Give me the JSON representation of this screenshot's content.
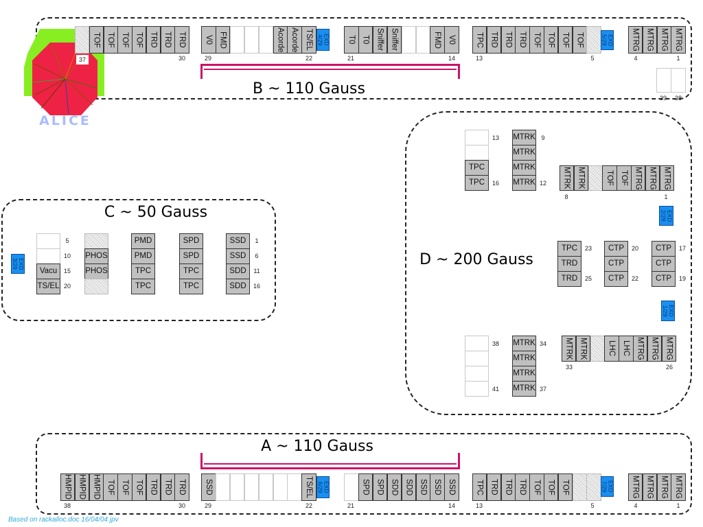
{
  "regions": {
    "B": {
      "title": "B ~ 110 Gauss"
    },
    "A": {
      "title": "A ~ 110 Gauss"
    },
    "C": {
      "title": "C ~ 50 Gauss"
    },
    "D": {
      "title": "D ~ 200 Gauss"
    }
  },
  "groups": {
    "B1": {
      "cells": [
        {
          "kind": "hatched"
        },
        {
          "label": "TOF"
        },
        {
          "label": "TOF"
        },
        {
          "label": "TOF"
        },
        {
          "label": "TOF"
        },
        {
          "label": "TRD"
        },
        {
          "label": "TRD"
        },
        {
          "label": "TRD"
        }
      ],
      "numbers": [
        "37",
        "30"
      ]
    },
    "B2": {
      "cells": [
        {
          "label": "V0"
        },
        {
          "label": "FMD"
        },
        {
          "kind": "empty"
        },
        {
          "kind": "empty"
        },
        {
          "kind": "empty"
        },
        {
          "label": "Acorde"
        },
        {
          "label": "Acorde"
        },
        {
          "label": "TS/EL"
        }
      ],
      "numbers": [
        "29",
        "22"
      ]
    },
    "B3": {
      "cells": [
        {
          "label": "T0"
        },
        {
          "label": "T0"
        },
        {
          "label": "Sniffer"
        },
        {
          "label": "Sniffer"
        },
        {
          "kind": "empty"
        },
        {
          "kind": "empty"
        },
        {
          "label": "FMD"
        },
        {
          "label": "V0"
        }
      ],
      "numbers": [
        "21",
        "14"
      ]
    },
    "B4": {
      "cells": [
        {
          "label": "TPC"
        },
        {
          "label": "TRD"
        },
        {
          "label": "TRD"
        },
        {
          "label": "TRD"
        },
        {
          "label": "TOF"
        },
        {
          "label": "TOF"
        },
        {
          "label": "TOF"
        },
        {
          "label": "TOF"
        },
        {
          "kind": "hatched"
        }
      ],
      "numbers": [
        "13",
        "5"
      ]
    },
    "B5": {
      "cells": [
        {
          "label": "MTRG"
        },
        {
          "label": "MTRG"
        },
        {
          "label": "MTRG"
        },
        {
          "label": "MTRG"
        }
      ],
      "numbers": [
        "4",
        "1"
      ]
    },
    "B6": {
      "cells": [
        {
          "kind": "empty"
        },
        {
          "kind": "empty"
        }
      ],
      "numbers": [
        "39",
        "38"
      ]
    },
    "A1": {
      "cells": [
        {
          "label": "HMPID"
        },
        {
          "label": "HMPID"
        },
        {
          "label": "HMPID"
        },
        {
          "label": "TOF"
        },
        {
          "label": "TOF"
        },
        {
          "label": "TOF"
        },
        {
          "label": "TRD"
        },
        {
          "label": "TRD"
        },
        {
          "label": "TRD"
        }
      ],
      "numbers": [
        "38",
        "30"
      ]
    },
    "A2": {
      "cells": [
        {
          "label": "SSD"
        },
        {
          "kind": "empty"
        },
        {
          "kind": "empty"
        },
        {
          "kind": "empty"
        },
        {
          "kind": "empty"
        },
        {
          "kind": "empty"
        },
        {
          "kind": "empty"
        },
        {
          "label": "TS/EL"
        }
      ],
      "numbers": [
        "29",
        "22"
      ]
    },
    "A3": {
      "cells": [
        {
          "kind": "empty"
        },
        {
          "label": "SPD"
        },
        {
          "label": "SPD"
        },
        {
          "label": "SDD"
        },
        {
          "label": "SDD"
        },
        {
          "label": "SSD"
        },
        {
          "label": "SSD"
        },
        {
          "label": "SSD"
        }
      ],
      "numbers": [
        "21",
        "14"
      ]
    },
    "A4": {
      "cells": [
        {
          "label": "TPC"
        },
        {
          "label": "TRD"
        },
        {
          "label": "TRD"
        },
        {
          "label": "TRD"
        },
        {
          "label": "TOF"
        },
        {
          "label": "TOF"
        },
        {
          "label": "TOF"
        },
        {
          "kind": "hatched"
        },
        {
          "kind": "hatched"
        }
      ],
      "numbers": [
        "13",
        "5"
      ]
    },
    "A5": {
      "cells": [
        {
          "label": "MTRG"
        },
        {
          "label": "MTRG"
        },
        {
          "label": "MTRG"
        },
        {
          "label": "MTRG"
        }
      ],
      "numbers": [
        "4",
        "1"
      ]
    },
    "C1": {
      "cells": [
        {
          "kind": "empty"
        },
        {
          "kind": "empty"
        },
        {
          "label": "Vacu"
        },
        {
          "label": "TS/EL"
        }
      ],
      "numbers": [
        "5",
        "10",
        "15",
        "20"
      ]
    },
    "C2": {
      "cells": [
        {
          "kind": "hatched"
        },
        {
          "label": "PHOS"
        },
        {
          "label": "PHOS"
        },
        {
          "kind": "hatched"
        }
      ],
      "numbers": []
    },
    "C3": {
      "cells": [
        {
          "label": "PMD"
        },
        {
          "label": "PMD"
        },
        {
          "label": "TPC"
        },
        {
          "label": "TPC"
        }
      ],
      "numbers": []
    },
    "C4": {
      "cells": [
        {
          "label": "SPD"
        },
        {
          "label": "SPD"
        },
        {
          "label": "TPC"
        },
        {
          "label": "TPC"
        }
      ],
      "numbers": []
    },
    "C5": {
      "cells": [
        {
          "label": "SSD"
        },
        {
          "label": "SSD"
        },
        {
          "label": "SDD"
        },
        {
          "label": "SDD"
        }
      ],
      "numbers": [
        "1",
        "6",
        "11",
        "16"
      ]
    },
    "D1": {
      "cells": [
        {
          "kind": "empty"
        },
        {
          "kind": "empty"
        },
        {
          "label": "TPC"
        },
        {
          "label": "TPC"
        }
      ],
      "numbers": [
        "13",
        "16"
      ]
    },
    "D2": {
      "cells": [
        {
          "label": "MTRK"
        },
        {
          "label": "MTRK"
        },
        {
          "label": "MTRK"
        },
        {
          "label": "MTRK"
        }
      ],
      "numbers": [
        "9",
        "12"
      ]
    },
    "D3": {
      "cells": [
        {
          "label": "MTRK"
        },
        {
          "label": "MTRK"
        },
        {
          "kind": "hatched"
        },
        {
          "label": "TOF"
        },
        {
          "label": "TOF"
        },
        {
          "label": "MTRG"
        },
        {
          "label": "MTRG"
        },
        {
          "label": "MTRG"
        }
      ],
      "numbers": [
        "8",
        "1"
      ]
    },
    "D4": {
      "cells": [
        {
          "label": "TPC"
        },
        {
          "label": "TRD"
        },
        {
          "label": "TRD"
        }
      ],
      "numbers": [
        "23",
        "25"
      ]
    },
    "D5": {
      "cells": [
        {
          "label": "CTP"
        },
        {
          "label": "CTP"
        },
        {
          "label": "CTP"
        }
      ],
      "numbers": [
        "20",
        "22"
      ]
    },
    "D6": {
      "cells": [
        {
          "label": "CTP"
        },
        {
          "label": "CTP"
        },
        {
          "label": "CTP"
        }
      ],
      "numbers": [
        "17",
        "19"
      ]
    },
    "D7": {
      "cells": [
        {
          "kind": "empty"
        },
        {
          "kind": "empty"
        },
        {
          "kind": "empty"
        },
        {
          "kind": "empty"
        }
      ],
      "numbers": [
        "38",
        "41"
      ]
    },
    "D8": {
      "cells": [
        {
          "label": "MTRK"
        },
        {
          "label": "MTRK"
        },
        {
          "label": "MTRK"
        },
        {
          "label": "MTRK"
        }
      ],
      "numbers": [
        "34",
        "37"
      ]
    },
    "D9": {
      "cells": [
        {
          "label": "MTRK"
        },
        {
          "label": "MTRK"
        },
        {
          "kind": "hatched"
        },
        {
          "label": "LHC"
        },
        {
          "label": "LHC"
        },
        {
          "label": "MTRG"
        },
        {
          "label": "MTRG"
        },
        {
          "label": "MTRG"
        }
      ],
      "numbers": [
        "33",
        "26"
      ]
    }
  },
  "exd": [
    {
      "label": "EXD",
      "sub": "1/29"
    },
    {
      "label": "EXD",
      "sub": "2/29"
    },
    {
      "label": "EXD",
      "sub": "3/29"
    },
    {
      "label": "EXD",
      "sub": "4/29"
    },
    {
      "label": "EXD",
      "sub": "5/29"
    },
    {
      "label": "EXD",
      "sub": "6/29"
    },
    {
      "label": "EXD",
      "sub": "7/29"
    }
  ],
  "logo": {
    "text": "ALICE"
  },
  "footer": "Based on rackalloc.doc 16/04/04 jpv",
  "colors": {
    "exd": "#1a8ff0",
    "magnet_bracket": "#cc1166",
    "module": "#c0c0c0",
    "logo_green": "#88ee22",
    "logo_red": "#ee2244"
  }
}
